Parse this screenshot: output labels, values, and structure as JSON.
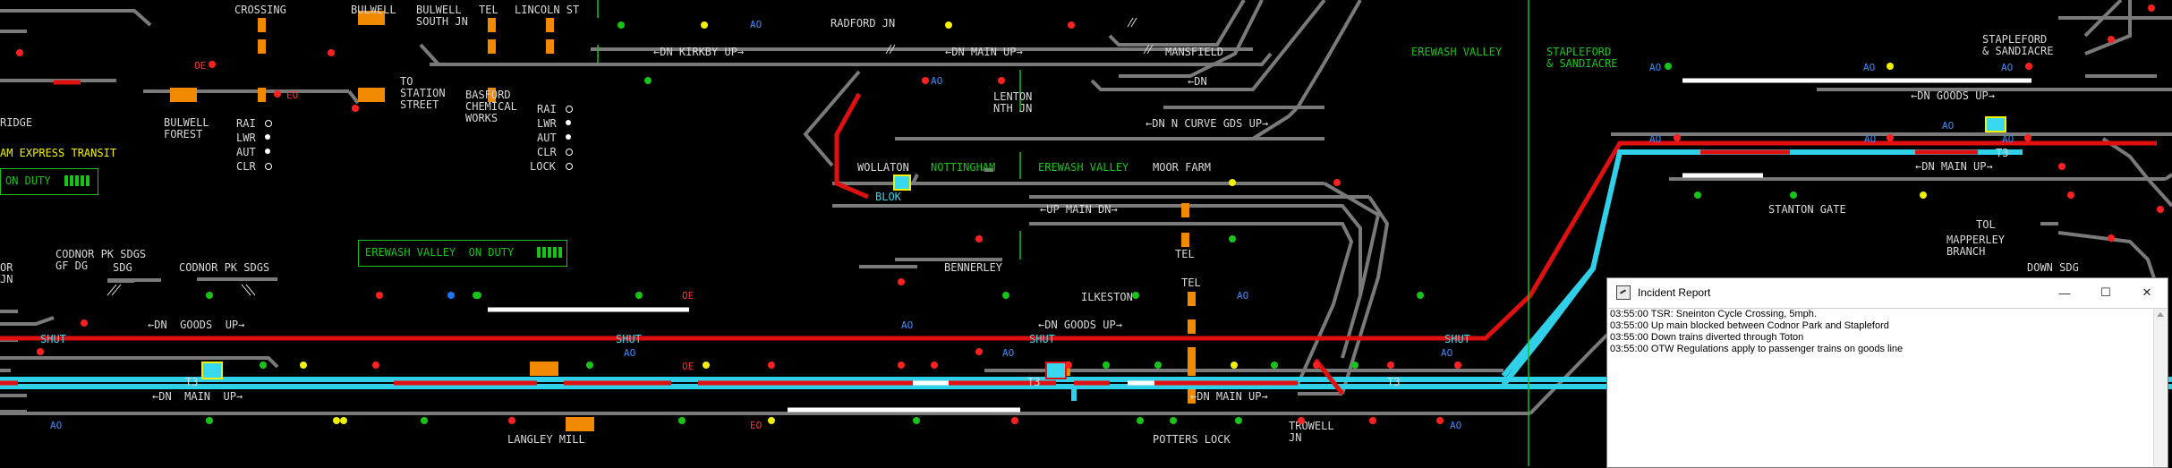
{
  "labels": {
    "crossing": "CROSSING",
    "bulwell_top": "BULWELL",
    "bulwell_south": "BULWELL\nSOUTH JN",
    "tel_top": "TEL",
    "lincoln_st": "LINCOLN ST",
    "radford_jn": "RADFORD JN",
    "mansfield": "MANSFIELD",
    "dn_kirkby_up": "←DN KIRKBY UP→",
    "dn_main_up_top": "←DN MAIN UP→",
    "dn_n_curve": "←DN N CURVE GDS UP→",
    "dn": "←DN",
    "to_station_street": "TO\nSTATION\nSTREET",
    "basford": "BASFORD\nCHEMICAL\nWORKS",
    "bulwell_forest": "BULWELL\nFOREST",
    "lenton": "LENTON\nNTH JN",
    "ridge": "RIDGE",
    "express_transit": "AM EXPRESS TRANSIT",
    "on_duty_left": "ON DUTY",
    "rai": "RAI",
    "lwr": "LWR",
    "aut": "AUT",
    "clr": "CLR",
    "lock": "LOCK",
    "wollaton": "WOLLATON",
    "nottingham": "NOTTINGHAM",
    "erewash_valley_mid": "EREWASH VALLEY",
    "moor_farm": "MOOR FARM",
    "blok": "BLOK",
    "up_main_dn": "←UP MAIN DN→",
    "tel_mid": "TEL",
    "bennerley": "BENNERLEY",
    "ilkeston": "ILKESTON",
    "tel_lower": "TEL",
    "codnor_gf": "CODNOR PK SDGS\nGF DG",
    "sdg": "SDG",
    "codnor_sdgs": "CODNOR PK SDGS",
    "or_jn": "OR\nJN",
    "erewash_on_duty": "EREWASH VALLEY  ON DUTY",
    "dn_goods_up_left": "←DN  GOODS  UP→",
    "dn_goods_up_mid": "←DN GOODS UP→",
    "dn_main_up_left": "←DN  MAIN  UP→",
    "dn_main_up_mid": "←DN MAIN UP→",
    "shut": "SHUT",
    "langley_mill": "LANGLEY MILL",
    "potters_lock": "POTTERS LOCK",
    "trowell_jn": "TROWELL\nJN",
    "erewash_valley_top": "EREWASH VALLEY",
    "stapleford_top": "STAPLEFORD\n& SANDIACRE",
    "stapleford_right": "STAPLEFORD\n& SANDIACRE",
    "dn_goods_up_right": "←DN GOODS UP→",
    "dn_main_up_right": "←DN MAIN UP→",
    "stanton_gate": "STANTON GATE",
    "tol": "TOL",
    "mapperley": "MAPPERLEY\nBRANCH",
    "down_sdg": "DOWN SDG",
    "t3": "T3",
    "ao": "AO",
    "oe": "OE",
    "eo": "EO"
  },
  "incident": {
    "title": "Incident Report",
    "minimize": "—",
    "maximize": "☐",
    "close": "✕",
    "lines": [
      "03:55:00 TSR: Sneinton Cycle Crossing, 5mph.",
      "03:55:00 Up main blocked between Codnor Park and Stapleford",
      "03:55:00 Down trains diverted through Toton",
      "03:55:00 OTW Regulations apply to passenger trains on goods line"
    ]
  },
  "colors": {
    "track_grey": "#7a7a7a",
    "track_red": "#e01010",
    "track_cyan": "#30d0e8",
    "track_white": "#ffffff",
    "label_green": "#19c419",
    "orange": "#f28a00"
  }
}
